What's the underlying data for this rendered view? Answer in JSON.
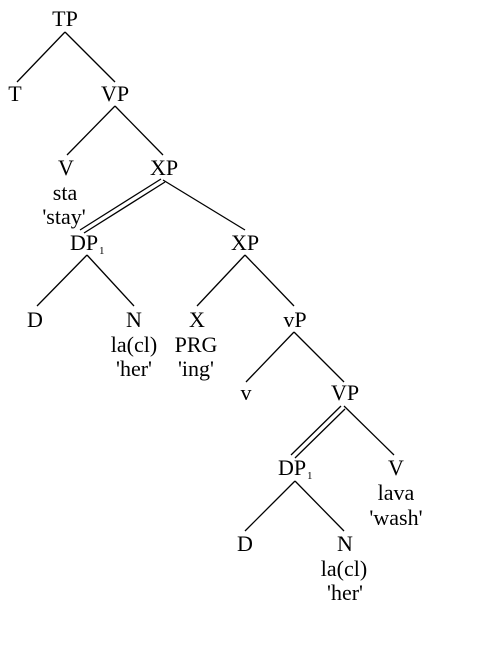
{
  "tree": {
    "tp": "TP",
    "t": "T",
    "vp_top": "VP",
    "v_top": "V",
    "v_top_word": "sta",
    "v_top_gloss": "'stay'",
    "xp_top": "XP",
    "dp1_top": "DP",
    "dp1_top_sub": "1",
    "d_top": "D",
    "n_top": "N",
    "n_top_word": "la(cl)",
    "n_top_gloss": "'her'",
    "xp_mid": "XP",
    "x": "X",
    "x_word": "PRG",
    "x_gloss": "'ing'",
    "little_vp": "vP",
    "little_v": "v",
    "vp_low": "VP",
    "dp1_low": "DP",
    "dp1_low_sub": "1",
    "v_low": "V",
    "v_low_word": "lava",
    "v_low_gloss": "'wash'",
    "d_low": "D",
    "n_low": "N",
    "n_low_word": "la(cl)",
    "n_low_gloss": "'her'"
  }
}
